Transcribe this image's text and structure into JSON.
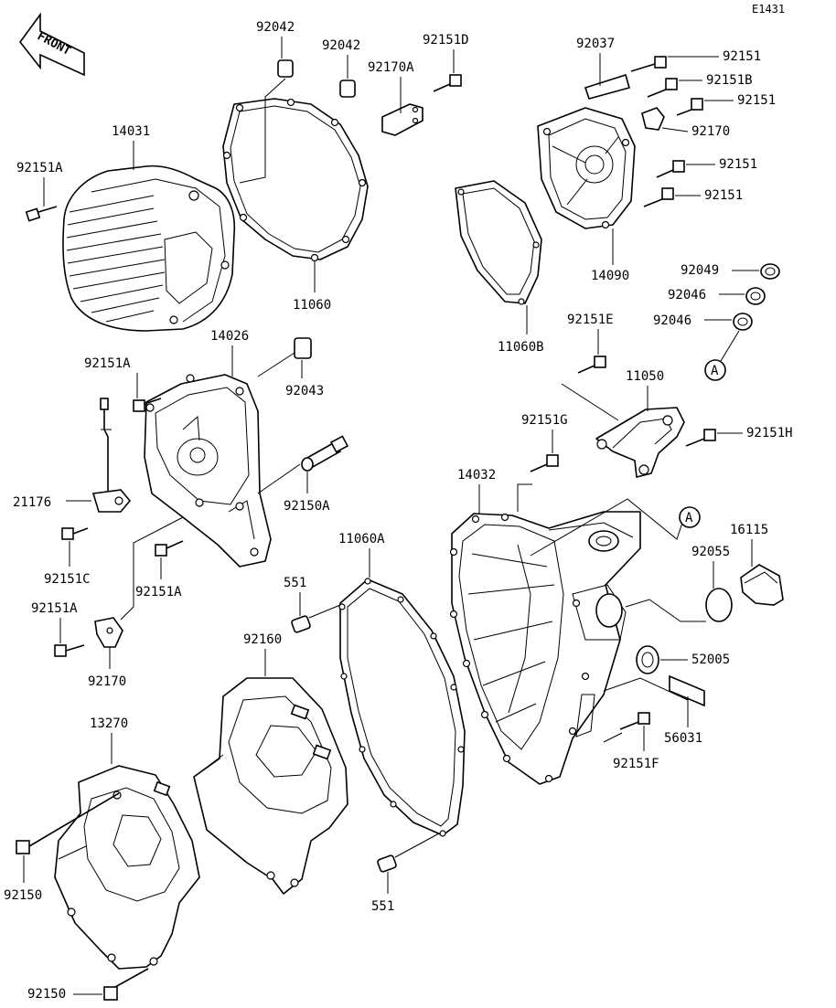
{
  "diagram_code": "E1431",
  "front_label": "FRONT",
  "ref_mark": "A",
  "callouts": {
    "p92042_left": "92042",
    "p92042_right": "92042",
    "p92151D": "92151D",
    "p92170A": "92170A",
    "p92037": "92037",
    "p92151_a": "92151",
    "p92151B": "92151B",
    "p92151_b": "92151",
    "p92170_top": "92170",
    "p92151_c": "92151",
    "p92151_d": "92151",
    "p14031": "14031",
    "p92151A_top": "92151A",
    "p11060": "11060",
    "p14090": "14090",
    "p92049": "92049",
    "p92046_a": "92046",
    "p92046_b": "92046",
    "p11060B": "11060B",
    "p14026": "14026",
    "p92151A_mid": "92151A",
    "p92043": "92043",
    "p92151E": "92151E",
    "p11050": "11050",
    "p92151G": "92151G",
    "p92151H": "92151H",
    "p21176": "21176",
    "p92150A": "92150A",
    "p14032": "14032",
    "p16115": "16115",
    "p92055": "92055",
    "p92151C": "92151C",
    "p92151A_low": "92151A",
    "p11060A": "11060A",
    "p551_top": "551",
    "p92151A_bottom": "92151A",
    "p92160": "92160",
    "p52005": "52005",
    "p92170_bottom": "92170",
    "p56031": "56031",
    "p92151F": "92151F",
    "p13270": "13270",
    "p92150_top": "92150",
    "p551_bottom": "551",
    "p92150_bottom": "92150"
  }
}
